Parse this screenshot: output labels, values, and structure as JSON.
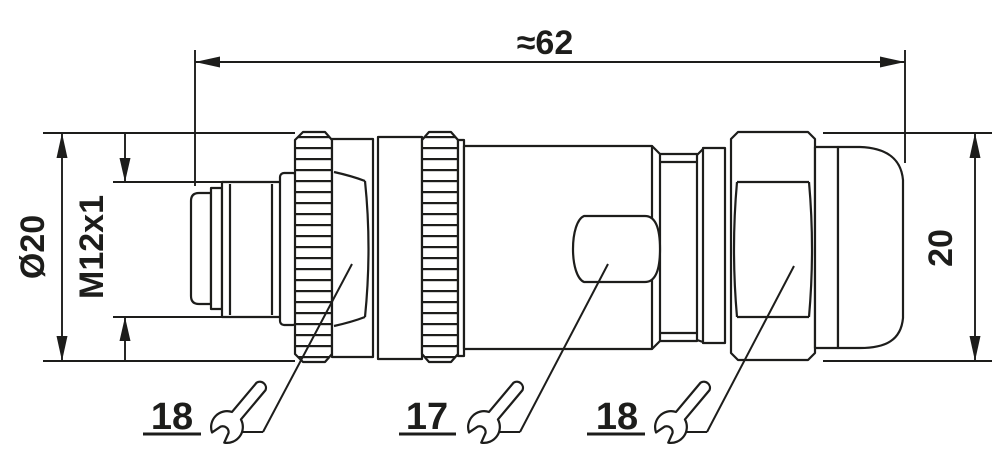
{
  "dimensions": {
    "overall_length": "≈62",
    "outer_diameter": "Ø20",
    "thread_size": "M12x1",
    "rear_diameter": "20"
  },
  "callouts": [
    {
      "wrench_size": "18"
    },
    {
      "wrench_size": "17"
    },
    {
      "wrench_size": "18"
    }
  ],
  "colors": {
    "line": "#1d1d1b",
    "background": "#ffffff"
  }
}
